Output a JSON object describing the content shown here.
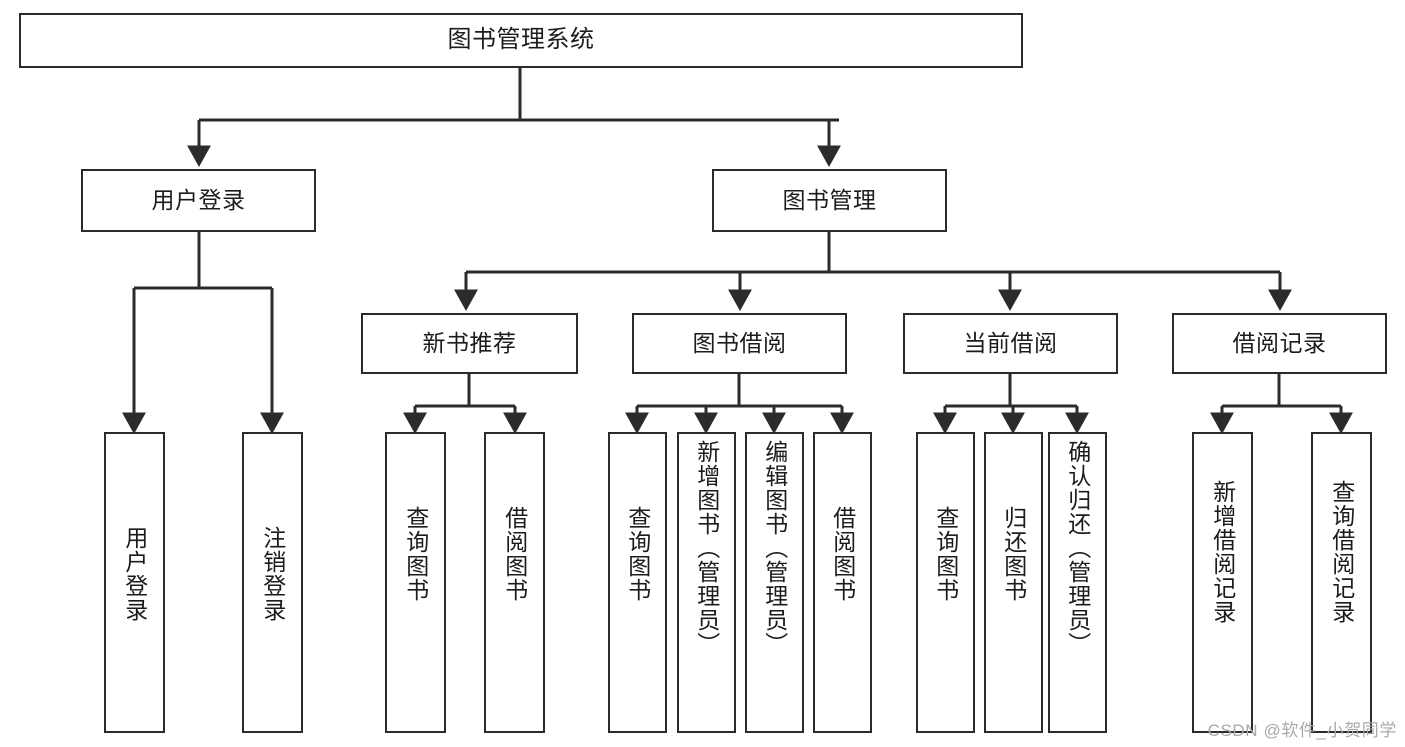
{
  "diagram": {
    "title": "图书管理系统",
    "type": "hierarchy-tree",
    "root": {
      "label": "图书管理系统"
    },
    "level2": [
      {
        "label": "用户登录"
      },
      {
        "label": "图书管理"
      }
    ],
    "level3": [
      {
        "label": "新书推荐"
      },
      {
        "label": "图书借阅"
      },
      {
        "label": "当前借阅"
      },
      {
        "label": "借阅记录"
      }
    ],
    "leaves": {
      "user_login": [
        {
          "label": "用户登录"
        },
        {
          "label": "注销登录"
        }
      ],
      "new_book_recommend": [
        {
          "label": "查询图书"
        },
        {
          "label": "借阅图书"
        }
      ],
      "book_borrow": [
        {
          "label": "查询图书"
        },
        {
          "label": "新增图书（管理员）"
        },
        {
          "label": "编辑图书（管理员）"
        },
        {
          "label": "借阅图书"
        }
      ],
      "current_borrow": [
        {
          "label": "查询图书"
        },
        {
          "label": "归还图书"
        },
        {
          "label": "确认归还（管理员）"
        }
      ],
      "borrow_record": [
        {
          "label": "新增借阅记录"
        },
        {
          "label": "查询借阅记录"
        }
      ]
    }
  },
  "watermark": {
    "text": "CSDN @软件_小贺同学"
  },
  "colors": {
    "box_border": "#2b2b2b",
    "box_fill": "#ffffff",
    "text": "#1c1c1c",
    "link": "#2b2b2b",
    "watermark": "#a9a9a9",
    "background": "#ffffff"
  }
}
